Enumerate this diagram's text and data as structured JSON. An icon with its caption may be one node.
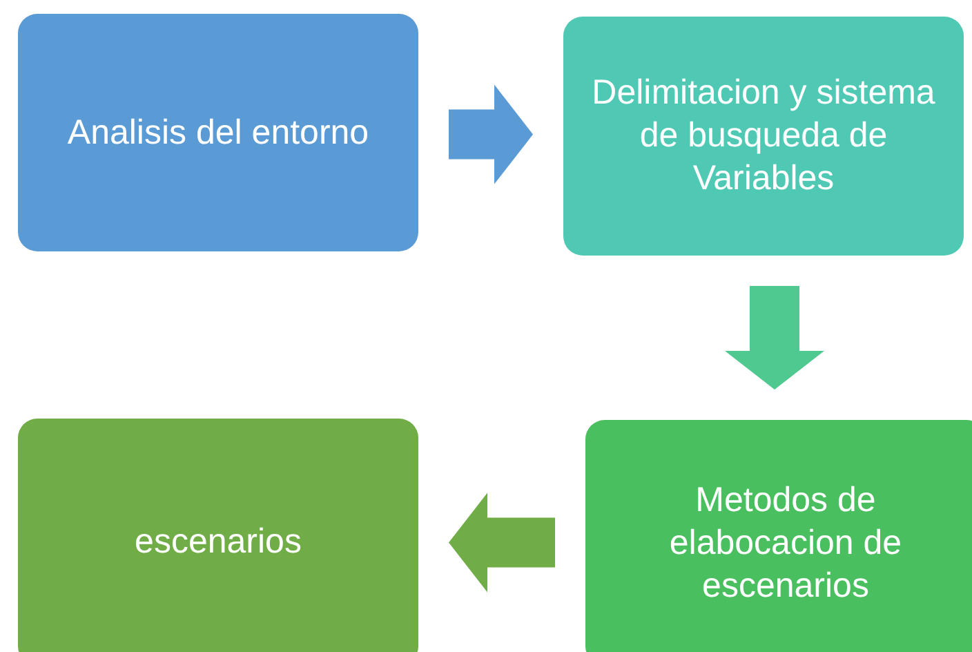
{
  "diagram": {
    "nodes": [
      {
        "text": [
          "Analisis del entorno"
        ]
      },
      {
        "text": [
          "Delimitacion y sistema de busqueda de Variables"
        ]
      },
      {
        "text": [
          "Metodos de elabocacion de escenarios"
        ]
      },
      {
        "text": [
          "escenarios"
        ]
      }
    ],
    "edges": [
      {
        "from": 0,
        "to": 1,
        "arrow": "to",
        "style": "thick",
        "color": "#5b9bd5"
      },
      {
        "from": 1,
        "to": 2,
        "arrow": "to",
        "style": "thick",
        "color": "#4fc98f"
      },
      {
        "from": 2,
        "to": 3,
        "arrow": "to",
        "style": "thick",
        "color": "#70ad47"
      }
    ]
  }
}
